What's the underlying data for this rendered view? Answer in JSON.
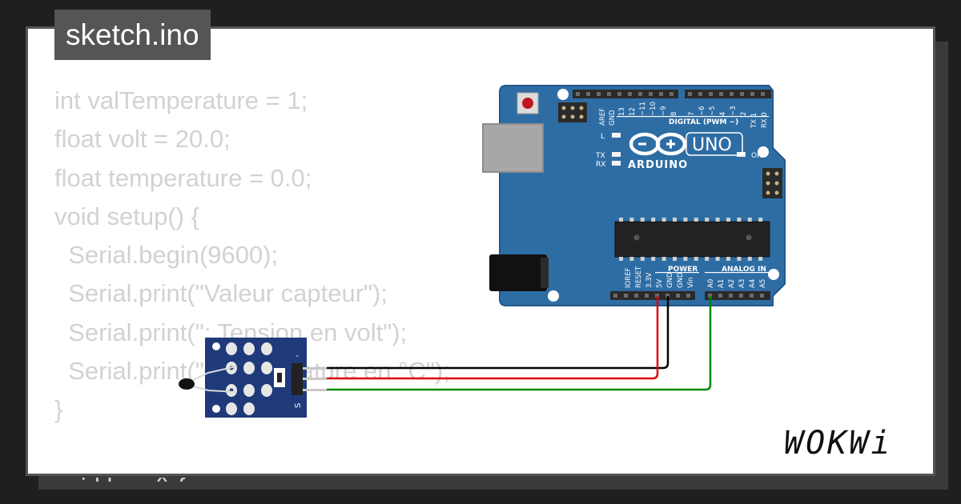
{
  "tab": {
    "filename": "sketch.ino"
  },
  "code_lines": [
    "int valTemperature = 1;",
    "float volt = 20.0;",
    "float temperature = 0.0;",
    "void setup() {",
    "  Serial.begin(9600);",
    "  Serial.print(\"Valeur capteur\");",
    "  Serial.print(\"; Tension en volt\");",
    "  Serial.print(\"; Temperature en °C\");",
    "}",
    "",
    "void loop() {"
  ],
  "board": {
    "brand": "ARDUINO",
    "model": "UNO",
    "digital_label": "DIGITAL (PWM ~)",
    "power_label": "POWER",
    "analog_label": "ANALOG IN",
    "aref": "AREF",
    "gnd": "GND",
    "d13": "13",
    "d12": "12",
    "d11": "~11",
    "d10": "~10",
    "d9": "~9",
    "d8": "8",
    "d7": "7",
    "d6": "~6",
    "d5": "~5",
    "d4": "4",
    "d3": "~3",
    "d2": "2",
    "tx1": "TX 1",
    "rx0": "RX 0",
    "led_l": "L",
    "led_tx": "TX",
    "led_rx": "RX",
    "led_on": "ON",
    "ioref": "IOREF",
    "reset": "RESET",
    "v33": "3.3V",
    "v5": "5V",
    "gnd1": "GND",
    "gnd2": "GND",
    "vin": "Vin",
    "a0": "A0",
    "a1": "A1",
    "a2": "A2",
    "a3": "A3",
    "a4": "A4",
    "a5": "A5"
  },
  "sensor": {
    "minus": "-",
    "signal": "S"
  },
  "wires": {
    "ground": "#000000",
    "power": "#e00000",
    "signal": "#008800"
  },
  "colors": {
    "board": "#2e6da4",
    "sensor": "#1f3a7a"
  },
  "logo": {
    "text": "WOKWi"
  }
}
